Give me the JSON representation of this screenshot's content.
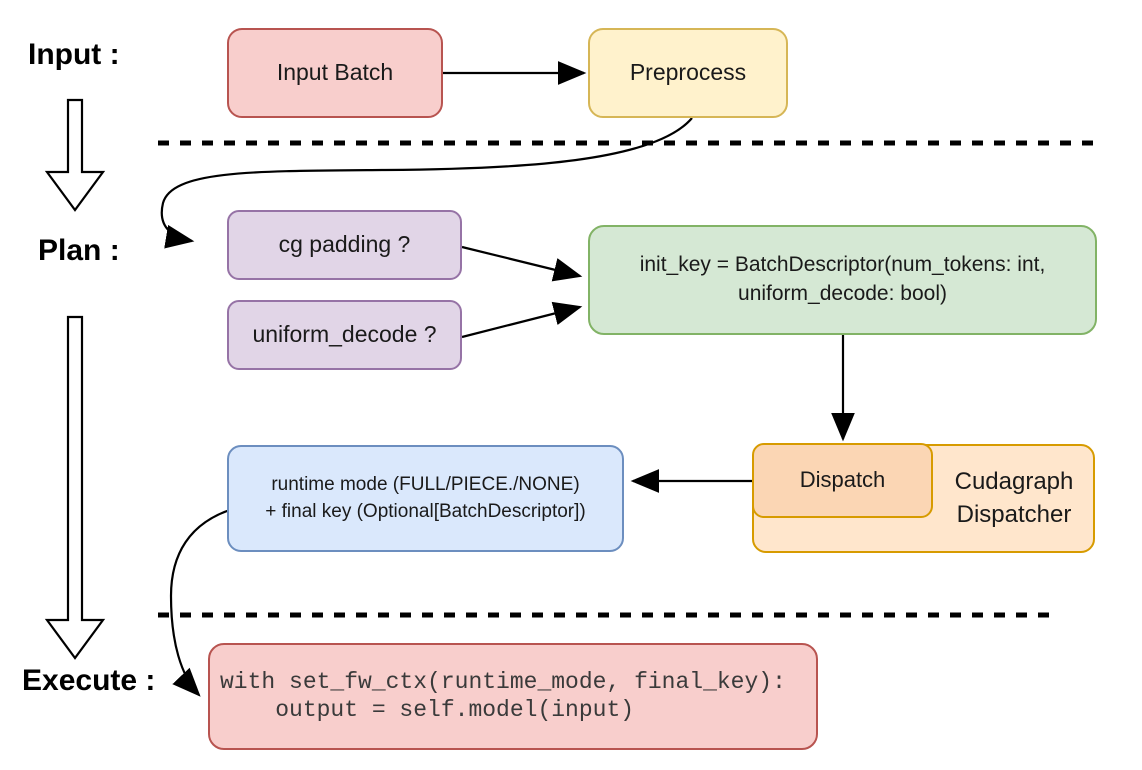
{
  "diagram": {
    "background_color": "#ffffff",
    "connector_color": "#000000",
    "sections": {
      "input_label": "Input :",
      "plan_label": "Plan :",
      "execute_label": "Execute :"
    },
    "nodes": {
      "input_batch": {
        "label": "Input Batch",
        "fill": "#f8cecc",
        "border": "#b85450"
      },
      "preprocess": {
        "label": "Preprocess",
        "fill": "#fff2cc",
        "border": "#d6b656"
      },
      "cg_padding": {
        "label": "cg padding ?",
        "fill": "#e1d5e7",
        "border": "#9673a6"
      },
      "uniform_decode": {
        "label": "uniform_decode ?",
        "fill": "#e1d5e7",
        "border": "#9673a6"
      },
      "init_key": {
        "line1": "init_key = BatchDescriptor(num_tokens: int,",
        "line2": "uniform_decode: bool)",
        "fill": "#d5e8d4",
        "border": "#82b366"
      },
      "dispatch": {
        "label": "Dispatch",
        "fill": "#fbd6b4",
        "border": "#d79b00"
      },
      "cudagraph_dispatcher": {
        "line1": "Cudagraph",
        "line2": "Dispatcher",
        "fill": "#ffe6cc",
        "border": "#d79b00"
      },
      "runtime_result": {
        "line1": "runtime mode (FULL/PIECE./NONE)",
        "line2": "+ final key (Optional[BatchDescriptor])",
        "fill": "#dae8fc",
        "border": "#6c8ebf"
      },
      "execute_code": {
        "line1": "with set_fw_ctx(runtime_mode, final_key):",
        "line2": "    output = self.model(input)",
        "fill": "#f8cecc",
        "border": "#b85450"
      }
    }
  }
}
